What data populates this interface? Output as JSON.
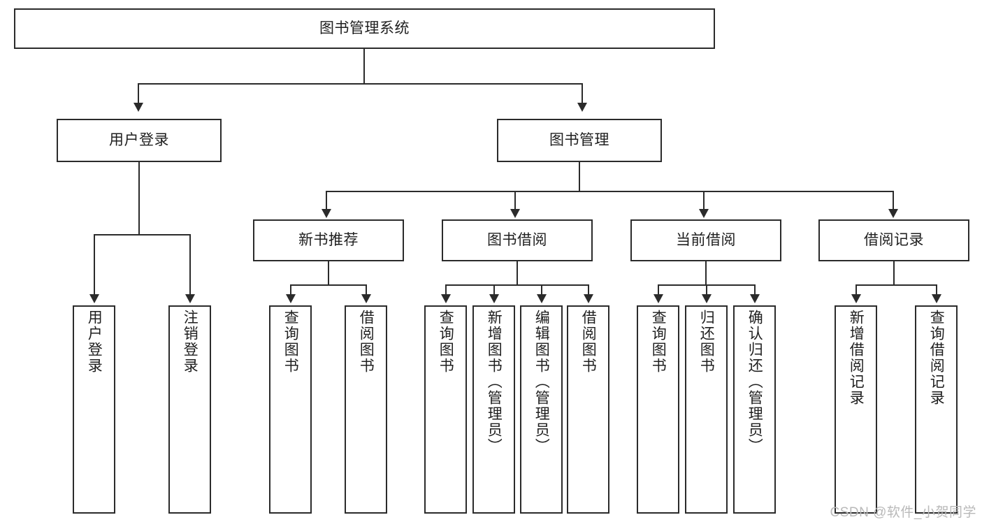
{
  "diagram": {
    "type": "tree-hierarchy",
    "title": "图书管理系统",
    "root": {
      "label": "图书管理系统"
    },
    "level2": [
      {
        "label": "用户登录"
      },
      {
        "label": "图书管理"
      }
    ],
    "level3": [
      {
        "label": "新书推荐"
      },
      {
        "label": "图书借阅"
      },
      {
        "label": "当前借阅"
      },
      {
        "label": "借阅记录"
      }
    ],
    "leaves": {
      "user_login": [
        {
          "label": "用户登录"
        },
        {
          "label": "注销登录"
        }
      ],
      "new_book_recommend": [
        {
          "label": "查询图书"
        },
        {
          "label": "借阅图书"
        }
      ],
      "book_borrow": [
        {
          "label": "查询图书"
        },
        {
          "label": "新增图书（管理员）"
        },
        {
          "label": "编辑图书（管理员）"
        },
        {
          "label": "借阅图书"
        }
      ],
      "current_borrow": [
        {
          "label": "查询图书"
        },
        {
          "label": "归还图书"
        },
        {
          "label": "确认归还（管理员）"
        }
      ],
      "borrow_record": [
        {
          "label": "新增借阅记录"
        },
        {
          "label": "查询借阅记录"
        }
      ]
    }
  },
  "watermark": {
    "text": "CSDN @软件_小贺同学"
  },
  "colors": {
    "stroke": "#2b2b2b",
    "text": "#1f1f1f",
    "background": "#ffffff",
    "watermark": "#b9b9b9"
  }
}
